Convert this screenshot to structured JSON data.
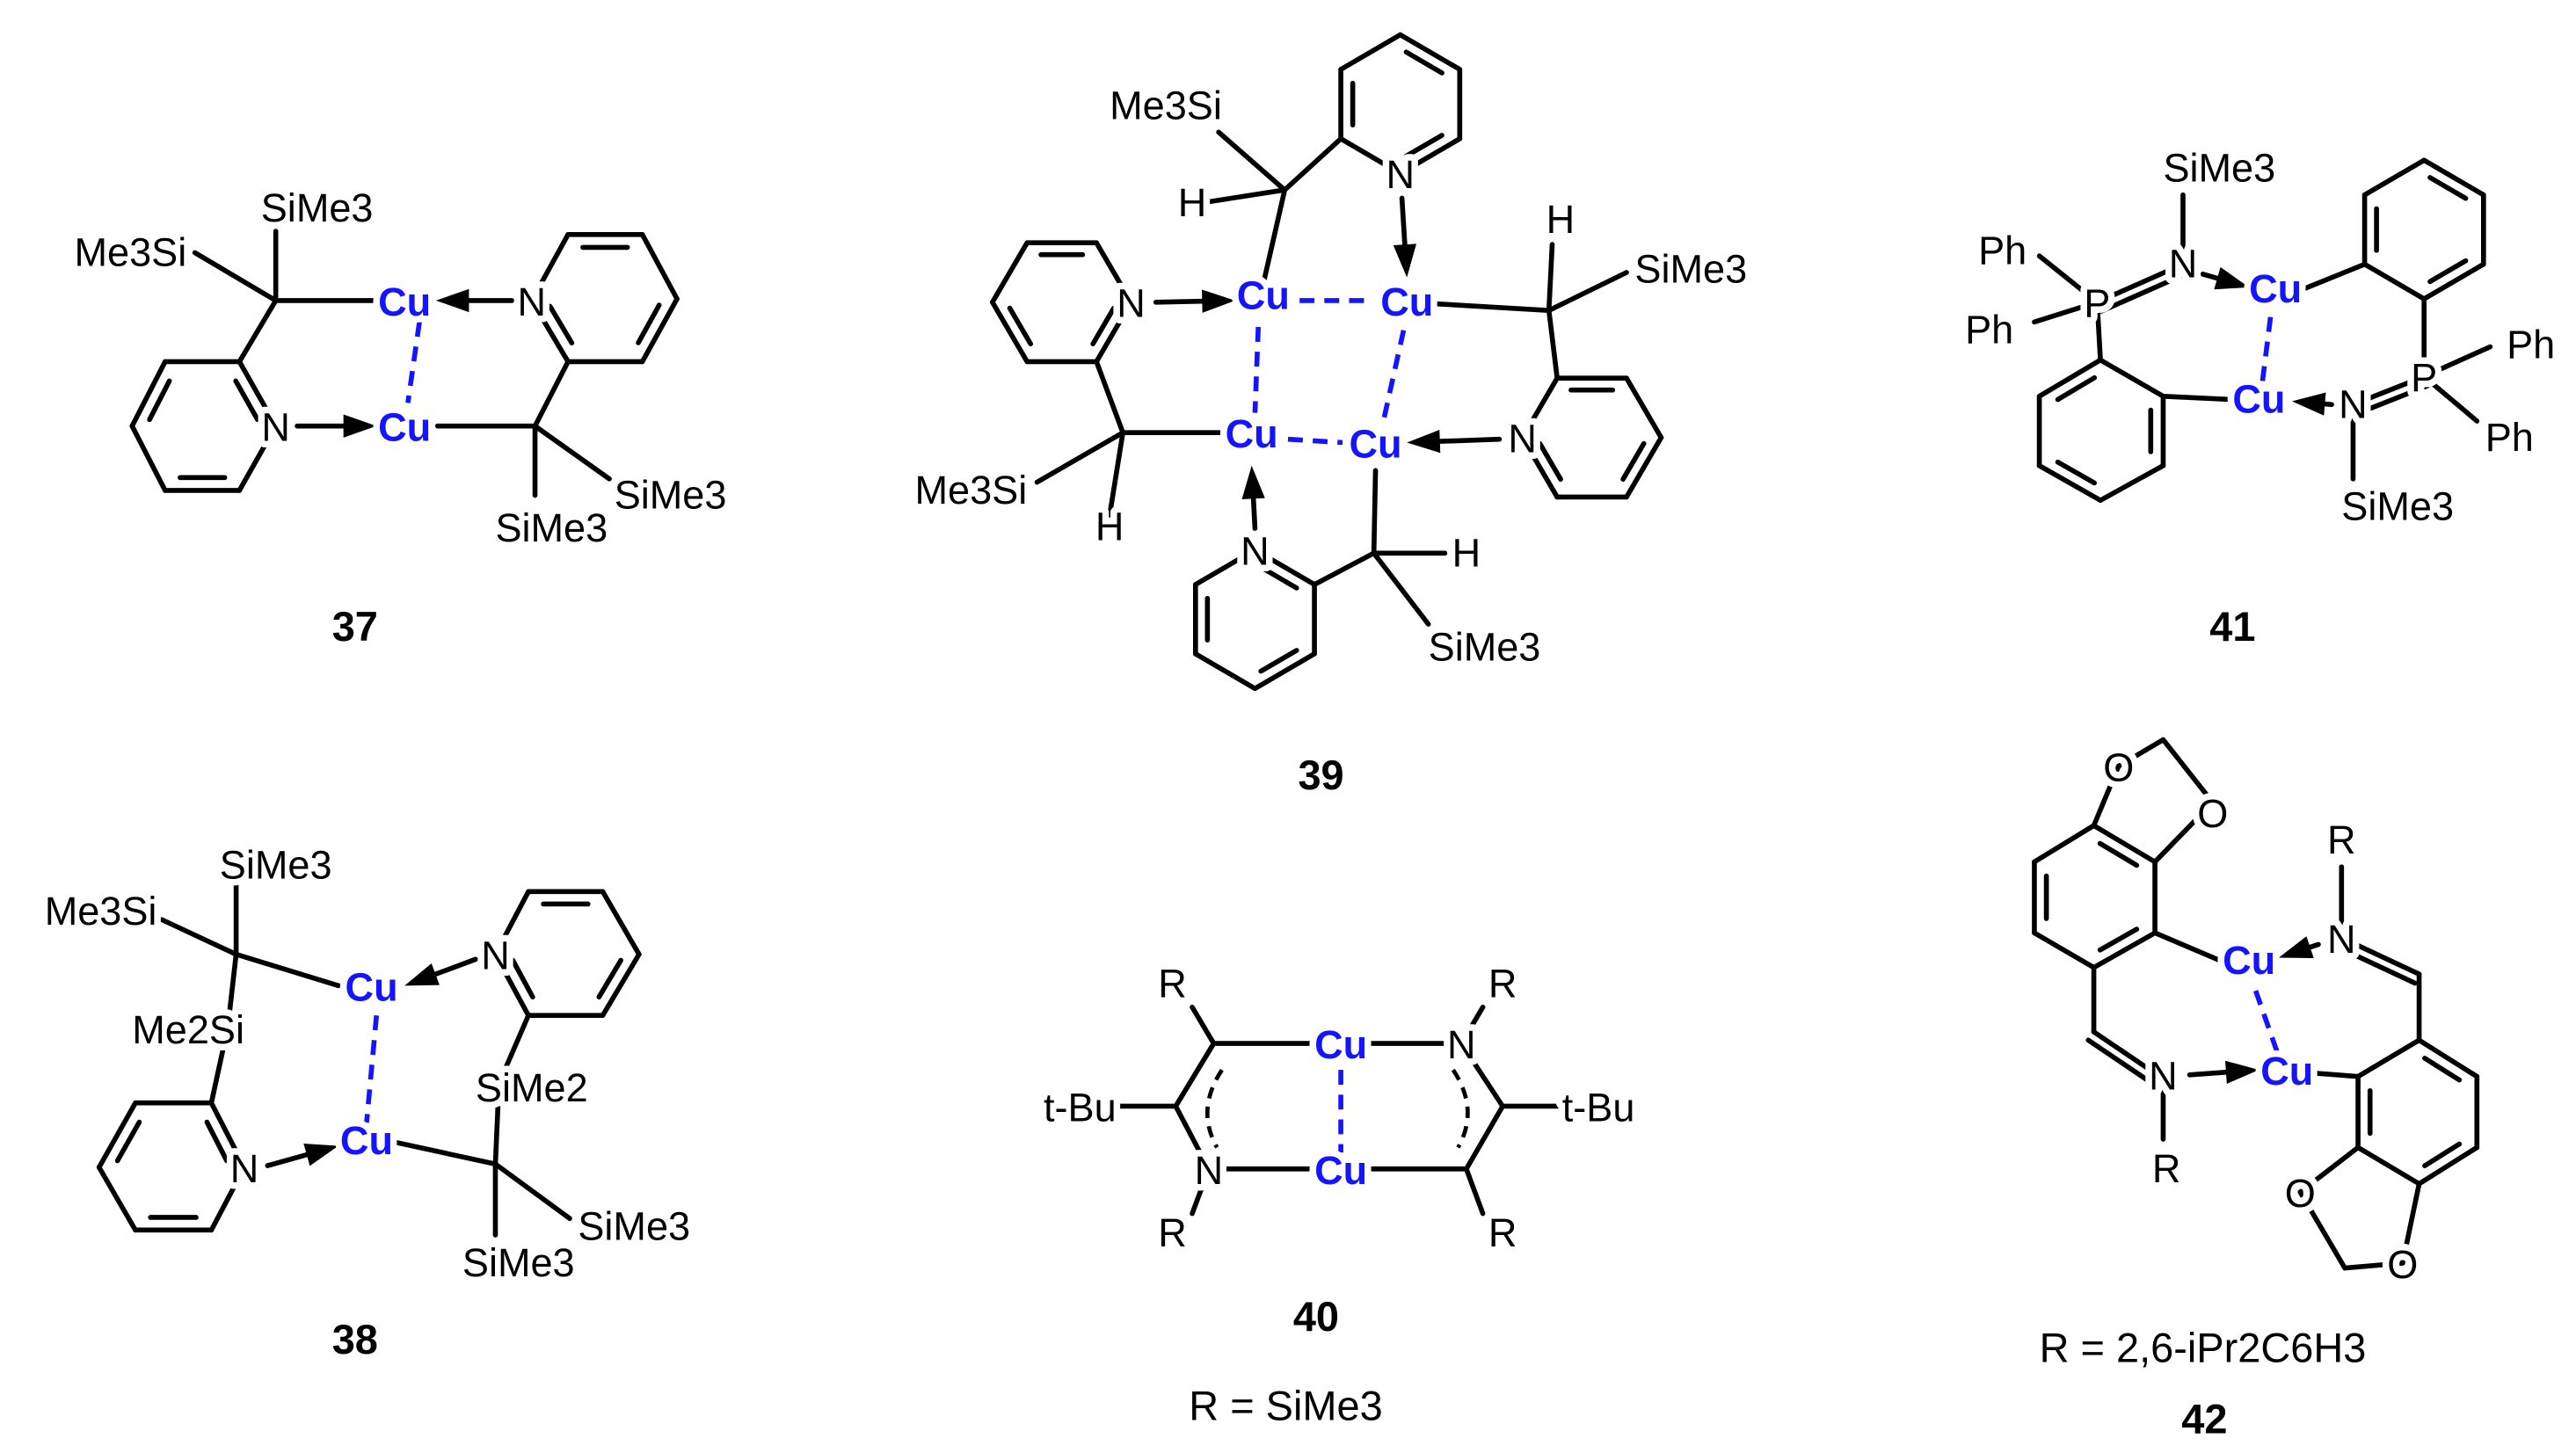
{
  "colors": {
    "copper": "#1414ff",
    "bonds": "#000000"
  },
  "compounds": [
    {
      "number": "37",
      "atoms": [
        "Me3Si",
        "SiMe3",
        "Cu",
        "N",
        "Cu",
        "N",
        "SiMe3",
        "SiMe3"
      ]
    },
    {
      "number": "39",
      "atoms": [
        "Cu",
        "Cu",
        "Cu",
        "Cu",
        "N",
        "N",
        "N",
        "N",
        "Me3Si",
        "H",
        "Me3Si",
        "H",
        "H",
        "SiMe3",
        "H",
        "SiMe3"
      ]
    },
    {
      "number": "41",
      "atoms": [
        "Cu",
        "Cu",
        "N",
        "SiMe3",
        "P",
        "Ph",
        "Ph",
        "P",
        "Ph",
        "Ph",
        "N",
        "SiMe3"
      ]
    },
    {
      "number": "38",
      "atoms": [
        "Me3Si",
        "SiMe3",
        "Me2Si",
        "Cu",
        "N",
        "Cu",
        "N",
        "SiMe2",
        "SiMe3",
        "SiMe3"
      ]
    },
    {
      "number": "40",
      "atoms": [
        "Cu",
        "Cu",
        "R",
        "t-Bu",
        "N",
        "R",
        "N",
        "R",
        "t-Bu",
        "R"
      ],
      "r_definition": "R = SiMe3"
    },
    {
      "number": "42",
      "atoms": [
        "O",
        "O",
        "Cu",
        "N",
        "R",
        "N",
        "R",
        "Cu",
        "O",
        "O"
      ],
      "r_definition": "R = 2,6-iPr2C6H3"
    }
  ]
}
